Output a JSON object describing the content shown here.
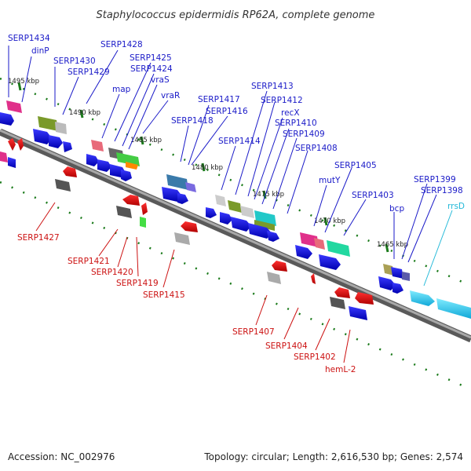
{
  "title": "Staphylococcus epidermidis RP62A, complete genome",
  "footer": {
    "accession": "Accession: NC_002976",
    "topology": "Topology: circular; Length: 2,616,530 bp; Genes: 2,574"
  },
  "colors": {
    "forward_label": "#1a1ac8",
    "reverse_label": "#cc1111",
    "rrna_label": "#22b8d8",
    "backbone": "#888888",
    "tick": "#1a7a1a"
  },
  "kbp_markers": [
    "1495 kbp",
    "1490 kbp",
    "1485 kbp",
    "1480 kbp",
    "1475 kbp",
    "1470 kbp",
    "1465 kbp"
  ],
  "forward_genes": [
    "SERP1434",
    "dinP",
    "SERP1430",
    "SERP1429",
    "SERP1428",
    "map",
    "SERP1425",
    "SERP1424",
    "vraS",
    "vraR",
    "SERP1418",
    "SERP1417",
    "SERP1416",
    "SERP1414",
    "SERP1413",
    "SERP1412",
    "recX",
    "SERP1410",
    "SERP1409",
    "SERP1408",
    "mutY",
    "SERP1405",
    "SERP1403",
    "bcp",
    "SERP1399",
    "SERP1398"
  ],
  "reverse_genes": [
    "SERP1427",
    "SERP1421",
    "SERP1420",
    "SERP1419",
    "SERP1415",
    "SERP1407",
    "SERP1404",
    "SERP1402",
    "hemL-2"
  ],
  "rrna_genes": [
    "rrsD"
  ]
}
